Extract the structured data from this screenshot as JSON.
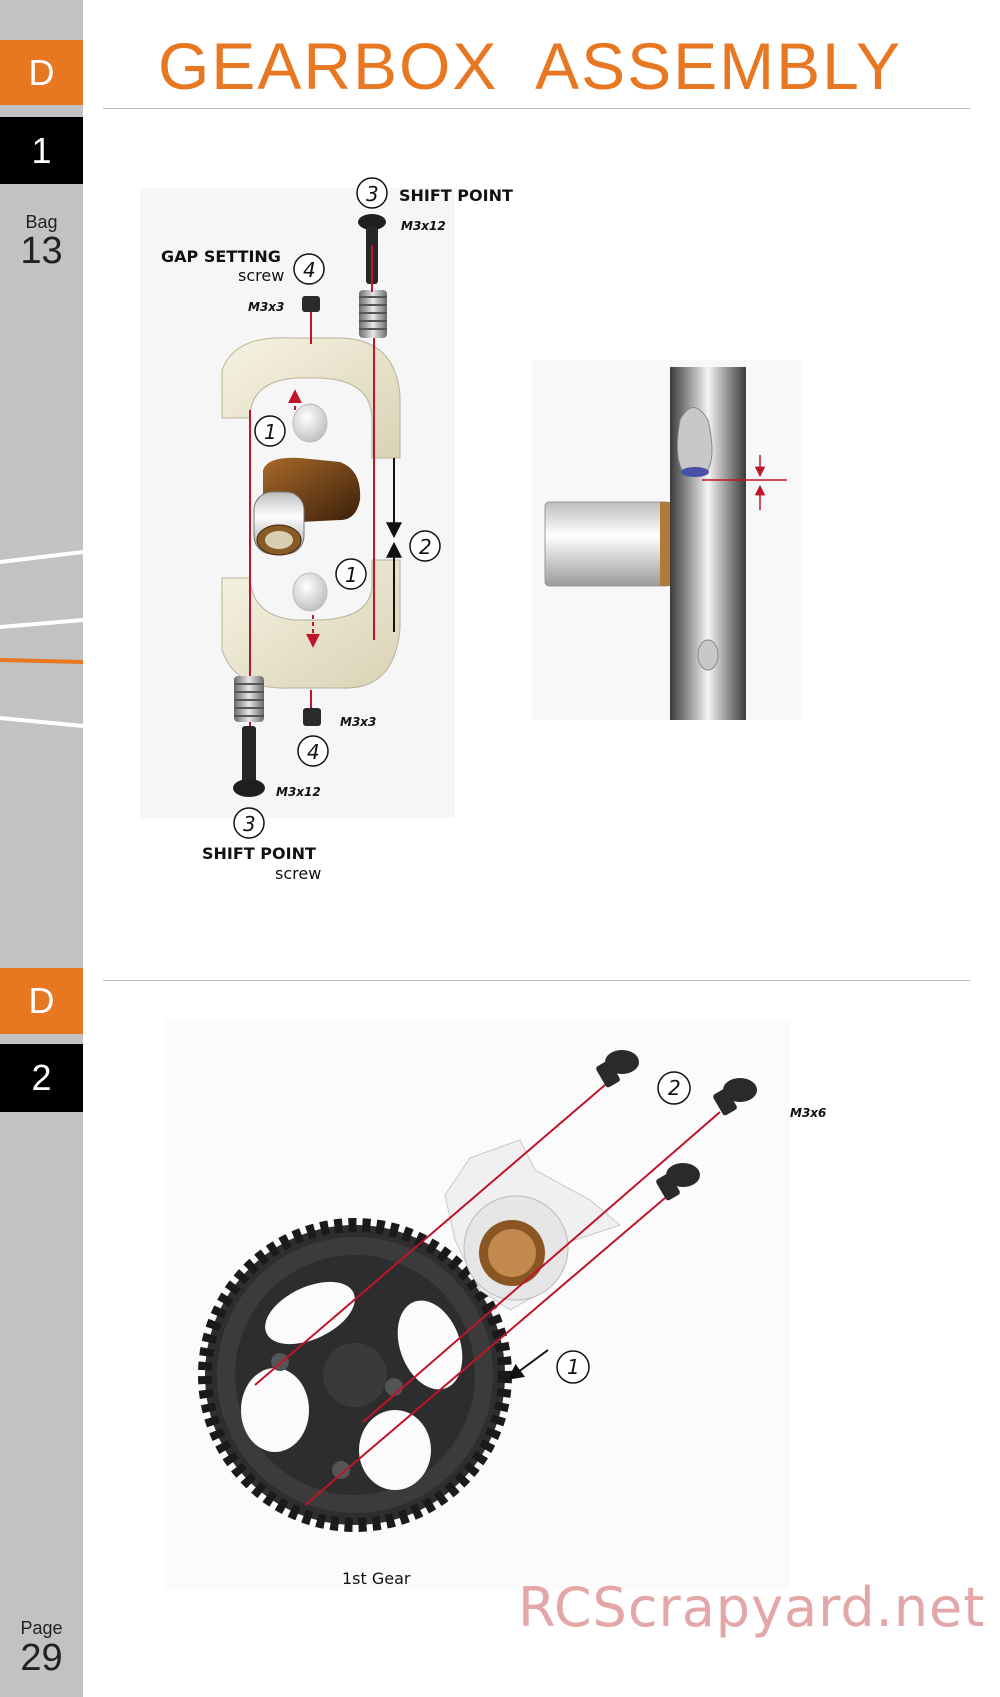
{
  "title": "GEARBOX ASSEMBLY",
  "sidebar": {
    "section_letter_1": "D",
    "step_1": "1",
    "bag_label": "Bag",
    "bag_number": "13",
    "section_letter_2": "D",
    "step_2": "2",
    "page_label": "Page",
    "page_number": "29"
  },
  "step1": {
    "top_shift_point_callout": "3",
    "top_shift_point_label": "SHIFT POINT",
    "top_screw_size": "M3x12",
    "gap_setting_label": "GAP SETTING",
    "gap_setting_sub": "screw",
    "gap_setting_callout": "4",
    "top_setscrew_size": "M3x3",
    "pin_callout_top": "1",
    "gap_callout": "2",
    "pin_callout_bottom": "1",
    "bottom_setscrew_size": "M3x3",
    "bottom_setscrew_callout": "4",
    "bottom_screw_size": "M3x12",
    "bottom_shift_point_callout": "3",
    "bottom_shift_point_label": "SHIFT POINT",
    "bottom_shift_point_sub": "screw"
  },
  "step2": {
    "screws_callout": "2",
    "screw_size": "M3x6",
    "gear_callout": "1",
    "gear_caption": "1st Gear"
  },
  "watermark": "RCScrapyard.net",
  "colors": {
    "accent_orange": "#e87722",
    "sidebar_grey": "#c2c2c2",
    "guide_red": "#c0142a",
    "watermark_pink": "#e4a7a7"
  }
}
